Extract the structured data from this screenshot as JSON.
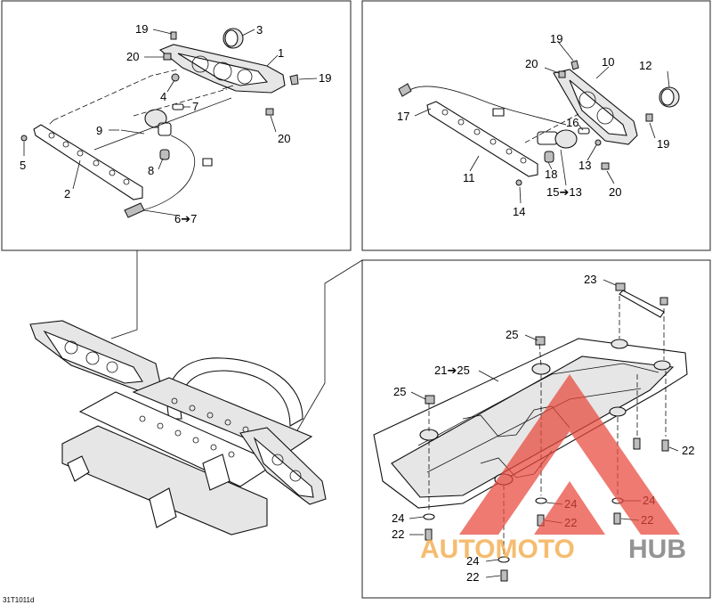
{
  "diagram": {
    "panels": {
      "top_left": {
        "callouts": [
          {
            "label": "19"
          },
          {
            "label": "3"
          },
          {
            "label": "20"
          },
          {
            "label": "1"
          },
          {
            "label": "19"
          },
          {
            "label": "4"
          },
          {
            "label": "7"
          },
          {
            "label": "9"
          },
          {
            "label": "5"
          },
          {
            "label": "8"
          },
          {
            "label": "20"
          },
          {
            "label": "2"
          },
          {
            "label": "6➔7"
          }
        ]
      },
      "top_right": {
        "callouts": [
          {
            "label": "19"
          },
          {
            "label": "20"
          },
          {
            "label": "10"
          },
          {
            "label": "12"
          },
          {
            "label": "17"
          },
          {
            "label": "16"
          },
          {
            "label": "19"
          },
          {
            "label": "13"
          },
          {
            "label": "11"
          },
          {
            "label": "18"
          },
          {
            "label": "20"
          },
          {
            "label": "15➔13"
          },
          {
            "label": "14"
          }
        ]
      },
      "bottom_right": {
        "callouts": [
          {
            "label": "23"
          },
          {
            "label": "25"
          },
          {
            "label": "21➔25"
          },
          {
            "label": "25"
          },
          {
            "label": "22"
          },
          {
            "label": "24"
          },
          {
            "label": "24"
          },
          {
            "label": "22"
          },
          {
            "label": "22"
          },
          {
            "label": "24"
          },
          {
            "label": "22"
          },
          {
            "label": "24"
          },
          {
            "label": "22"
          }
        ]
      }
    },
    "figure_code": "31T1011d"
  },
  "watermark": {
    "text_part1": "AUTOMOTO",
    "text_part2": "HUB",
    "color_primary": "#e8483c",
    "color_secondary": "#f2a33a",
    "color_dark": "#6b6b6b"
  }
}
